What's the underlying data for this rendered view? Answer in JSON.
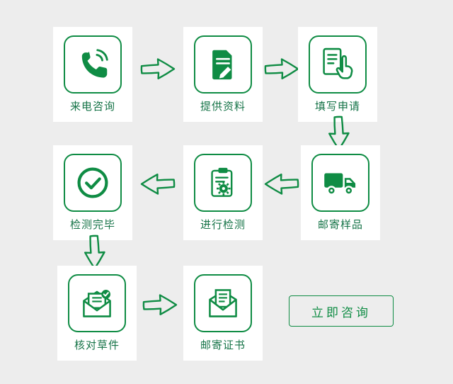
{
  "page": {
    "background_color": "#ededed",
    "accent_color": "#0f8c44",
    "card_color": "#ffffff"
  },
  "steps": [
    {
      "label": "来电咨询",
      "icon": "phone-icon"
    },
    {
      "label": "提供资料",
      "icon": "document-edit-icon"
    },
    {
      "label": "填写申请",
      "icon": "form-hand-icon"
    },
    {
      "label": "邮寄样品",
      "icon": "delivery-truck-icon"
    },
    {
      "label": "进行检测",
      "icon": "clipboard-gear-icon"
    },
    {
      "label": "检测完毕",
      "icon": "check-circle-icon"
    },
    {
      "label": "核对草件",
      "icon": "envelope-check-icon"
    },
    {
      "label": "邮寄证书",
      "icon": "envelope-certificate-icon"
    }
  ],
  "cta": {
    "label": "立即咨询"
  }
}
